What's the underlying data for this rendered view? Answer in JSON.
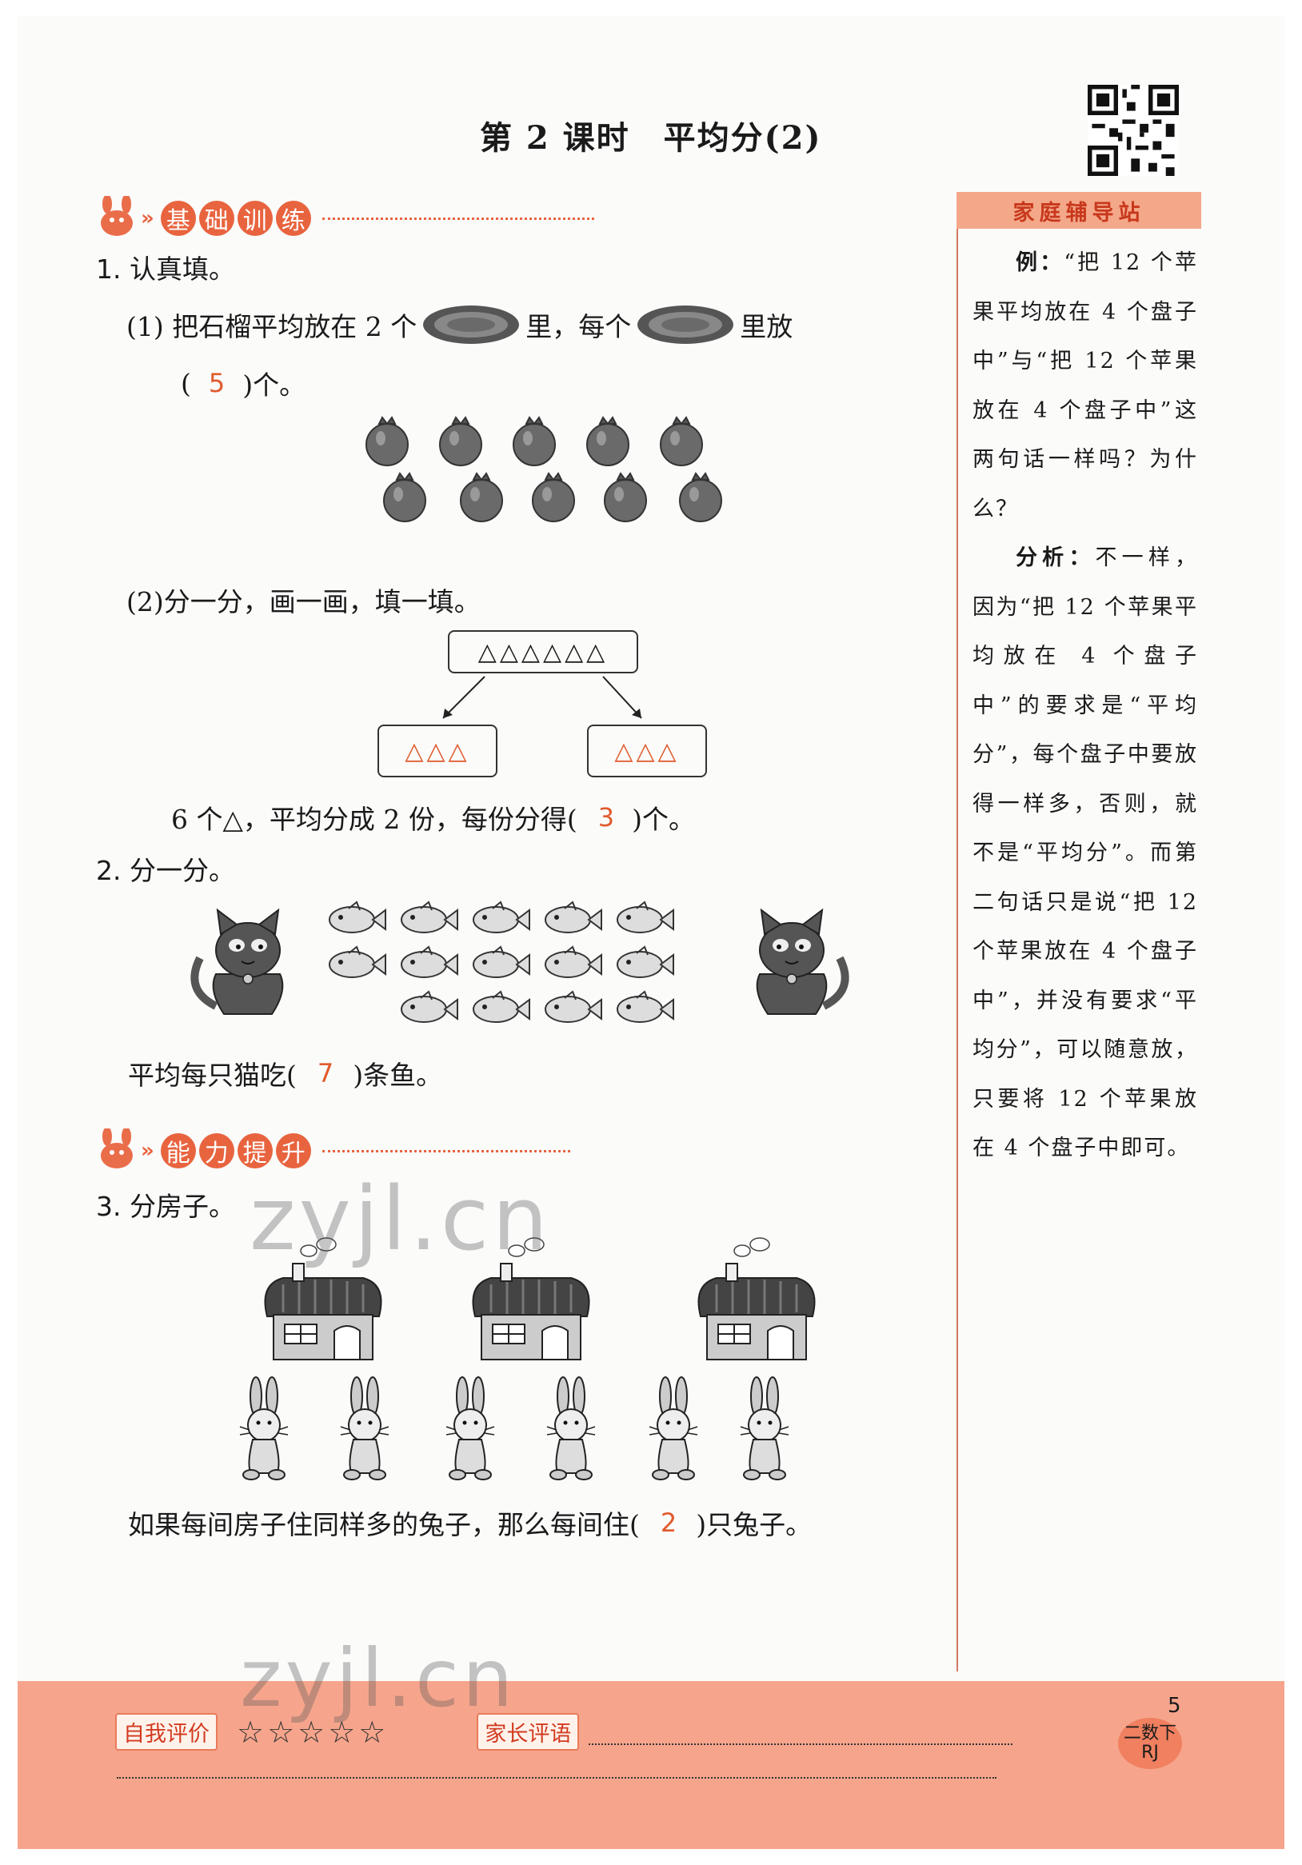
{
  "header": {
    "title": "第 2 课时　平均分(2)"
  },
  "sections": {
    "basic": {
      "chars": [
        "基",
        "础",
        "训",
        "练"
      ]
    },
    "advanced": {
      "chars": [
        "能",
        "力",
        "提",
        "升"
      ]
    }
  },
  "q1": {
    "label": "1. 认真填。",
    "p1_text_a": "(1) 把石榴平均放在 2 个",
    "p1_text_b": "里，每个",
    "p1_text_c": "里放",
    "p1_open": "(",
    "p1_answer": "5",
    "p1_close": ")个。",
    "p2_text": "(2)分一分，画一画，填一填。",
    "top_box": "△△△△△△",
    "left_box": "△△△",
    "right_box": "△△△",
    "sentence_a": "6 个△，平均分成 2 份，每份分得(",
    "sentence_answer": "3",
    "sentence_b": ")个。"
  },
  "q2": {
    "label": "2. 分一分。",
    "sentence_a": "平均每只猫吃(",
    "answer": "7",
    "sentence_b": ")条鱼。"
  },
  "q3": {
    "label": "3. 分房子。",
    "sentence_a": "如果每间房子住同样多的兔子，那么每间住(",
    "answer": "2",
    "sentence_b": ")只兔子。"
  },
  "sidebar": {
    "heading": "家庭辅导站",
    "example_label": "例：",
    "example_text": "“把 12 个苹果平均放在 4 个盘子中”与“把 12 个苹果放在 4 个盘子中”这两句话一样吗？为什么？",
    "analysis_label": "分析：",
    "analysis_text": "不一样，因为“把 12 个苹果平均放在 4 个盘子中”的要求是“平均分”，每个盘子中要放得一样多，否则，就不是“平均分”。而第二句话只是说“把 12 个苹果放在 4 个盘子中”，并没有要求“平均分”，可以随意放，只要将 12 个苹果放在 4 个盘子中即可。"
  },
  "footer": {
    "self_eval": "自我评价",
    "stars": "☆☆☆☆☆",
    "parent_eval": "家长评语",
    "page_number": "5",
    "book_line1": "二数下",
    "book_line2": "RJ"
  },
  "watermarks": [
    "zyjl.cn",
    "zyjl.cn"
  ],
  "colors": {
    "accent": "#e8643f",
    "answer": "#e05a2d",
    "footer_bg": "#f6a58c"
  }
}
